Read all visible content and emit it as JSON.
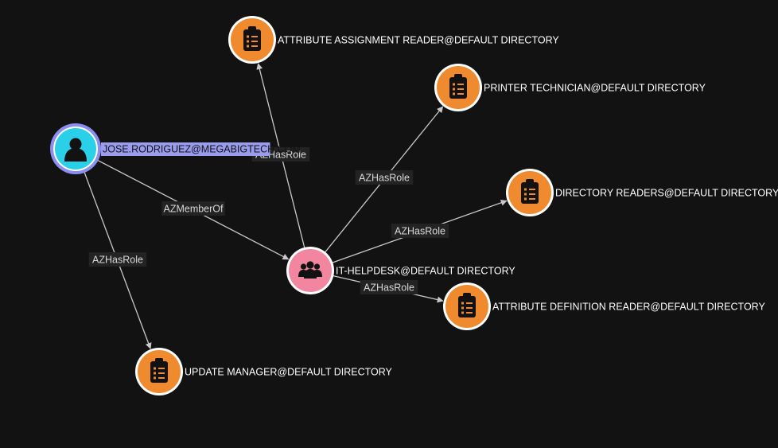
{
  "colors": {
    "background": "#121213",
    "user_node": "#2ad0e8",
    "user_ring": "#8b8df0",
    "group_node": "#f2859f",
    "role_node": "#ef8a2f",
    "edge": "#c9c9c9",
    "label_selected_bg": "#9a9cf0"
  },
  "nodes": [
    {
      "id": "user",
      "kind": "user",
      "icon": "person-icon",
      "label": "JOSE.RODRIGUEZ@MEGABIGTECH.COM",
      "selected": true
    },
    {
      "id": "group",
      "kind": "group",
      "icon": "group-icon",
      "label": "IT-HELPDESK@DEFAULT DIRECTORY"
    },
    {
      "id": "r_assign",
      "kind": "role",
      "icon": "clipboard-list-icon",
      "label": "ATTRIBUTE ASSIGNMENT READER@DEFAULT DIRECTORY"
    },
    {
      "id": "r_printer",
      "kind": "role",
      "icon": "clipboard-list-icon",
      "label": "PRINTER TECHNICIAN@DEFAULT DIRECTORY"
    },
    {
      "id": "r_dirread",
      "kind": "role",
      "icon": "clipboard-list-icon",
      "label": "DIRECTORY READERS@DEFAULT DIRECTORY"
    },
    {
      "id": "r_attrdef",
      "kind": "role",
      "icon": "clipboard-list-icon",
      "label": "ATTRIBUTE DEFINITION READER@DEFAULT DIRECTORY"
    },
    {
      "id": "r_update",
      "kind": "role",
      "icon": "clipboard-list-icon",
      "label": "UPDATE MANAGER@DEFAULT DIRECTORY"
    }
  ],
  "edges": [
    {
      "from": "user",
      "to": "group",
      "label": "AZMemberOf"
    },
    {
      "from": "user",
      "to": "r_update",
      "label": "AZHasRole"
    },
    {
      "from": "group",
      "to": "r_assign",
      "label": "AZHasRole"
    },
    {
      "from": "group",
      "to": "r_printer",
      "label": "AZHasRole"
    },
    {
      "from": "group",
      "to": "r_dirread",
      "label": "AZHasRole"
    },
    {
      "from": "group",
      "to": "r_attrdef",
      "label": "AZHasRole"
    }
  ]
}
